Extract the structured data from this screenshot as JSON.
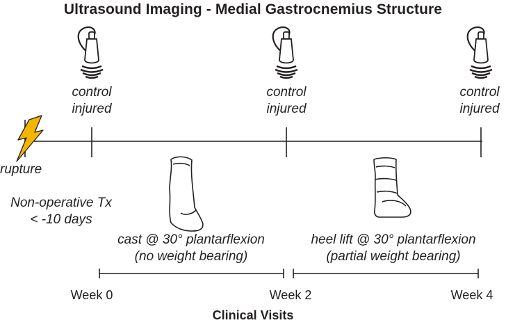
{
  "title": "Ultrasound Imaging - Medial Gastrocnemius Structure",
  "visits": [
    {
      "line1": "control",
      "line2": "injured",
      "probe_icon": "ultrasound-probe-icon"
    },
    {
      "line1": "control",
      "line2": "injured",
      "probe_icon": "ultrasound-probe-icon"
    },
    {
      "line1": "control",
      "line2": "injured",
      "probe_icon": "ultrasound-probe-icon"
    }
  ],
  "event": {
    "label": "rupture",
    "icon": "lightning-bolt-icon",
    "color": "#f5b400"
  },
  "note": {
    "line1": "Non-operative Tx",
    "line2": "< -10 days"
  },
  "phases": [
    {
      "line1": "cast @ 30° plantarflexion",
      "line2": "(no weight bearing)",
      "icon": "leg-cast-icon"
    },
    {
      "line1": "heel lift @ 30° plantarflexion",
      "line2": "(partial weight bearing)",
      "icon": "walking-boot-icon"
    }
  ],
  "weeks": [
    "Week 0",
    "Week 2",
    "Week 4"
  ],
  "footer": "Clinical Visits"
}
